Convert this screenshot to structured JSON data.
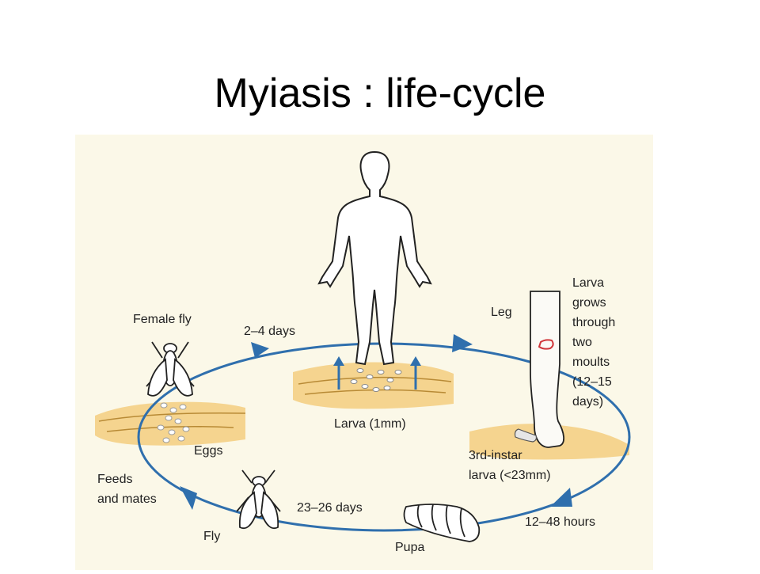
{
  "title": "Myiasis : life-cycle",
  "colors": {
    "background": "#ffffff",
    "panel": "#fbf8e8",
    "cycle_arrow": "#2f6fad",
    "sand": "#f5d48f",
    "sand_lines": "#b88a35",
    "lesion": "#d0363a",
    "outline": "#222222"
  },
  "labels": {
    "female_fly": "Female fly",
    "days_2_4": "2–4 days",
    "leg": "Leg",
    "growth_lines": [
      "Larva",
      "grows",
      "through",
      "two",
      "moults",
      "(12–15",
      "days)"
    ],
    "larva_1mm": "Larva (1mm)",
    "eggs": "Eggs",
    "third_instar_lines": [
      "3rd-instar",
      "larva (<23mm)"
    ],
    "feeds_lines": [
      "Feeds",
      "and mates"
    ],
    "days_23_26": "23–26 days",
    "hours_12_48": "12–48 hours",
    "fly": "Fly",
    "pupa": "Pupa"
  },
  "icons": [
    "human-figure-icon",
    "female-fly-icon",
    "fly-icon",
    "leg-icon",
    "pupa-icon",
    "egg-icon",
    "cycle-arrowhead-icon"
  ]
}
